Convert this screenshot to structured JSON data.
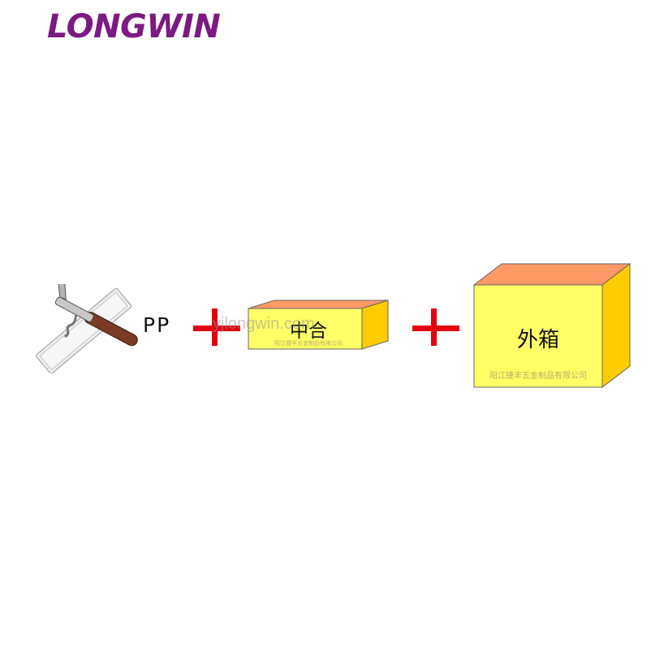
{
  "brand": {
    "name": "LONGWIN",
    "color": "#7b1a82"
  },
  "product": {
    "icon": "waiters-corkscrew-icon"
  },
  "labels": {
    "pp": "PP"
  },
  "operators": {
    "plus_color": "#e3000f"
  },
  "mid_box": {
    "title": "中合",
    "caption": "阳江捷丰五金制品有限公司"
  },
  "outer_box": {
    "title": "外箱",
    "caption": "阳江捷丰五金制品有限公司"
  },
  "watermark": "yjlongwin.com",
  "colors": {
    "box_front": "#ffff66",
    "box_side": "#ffcc00",
    "box_top": "#ff9966",
    "box_outline": "#666666"
  }
}
